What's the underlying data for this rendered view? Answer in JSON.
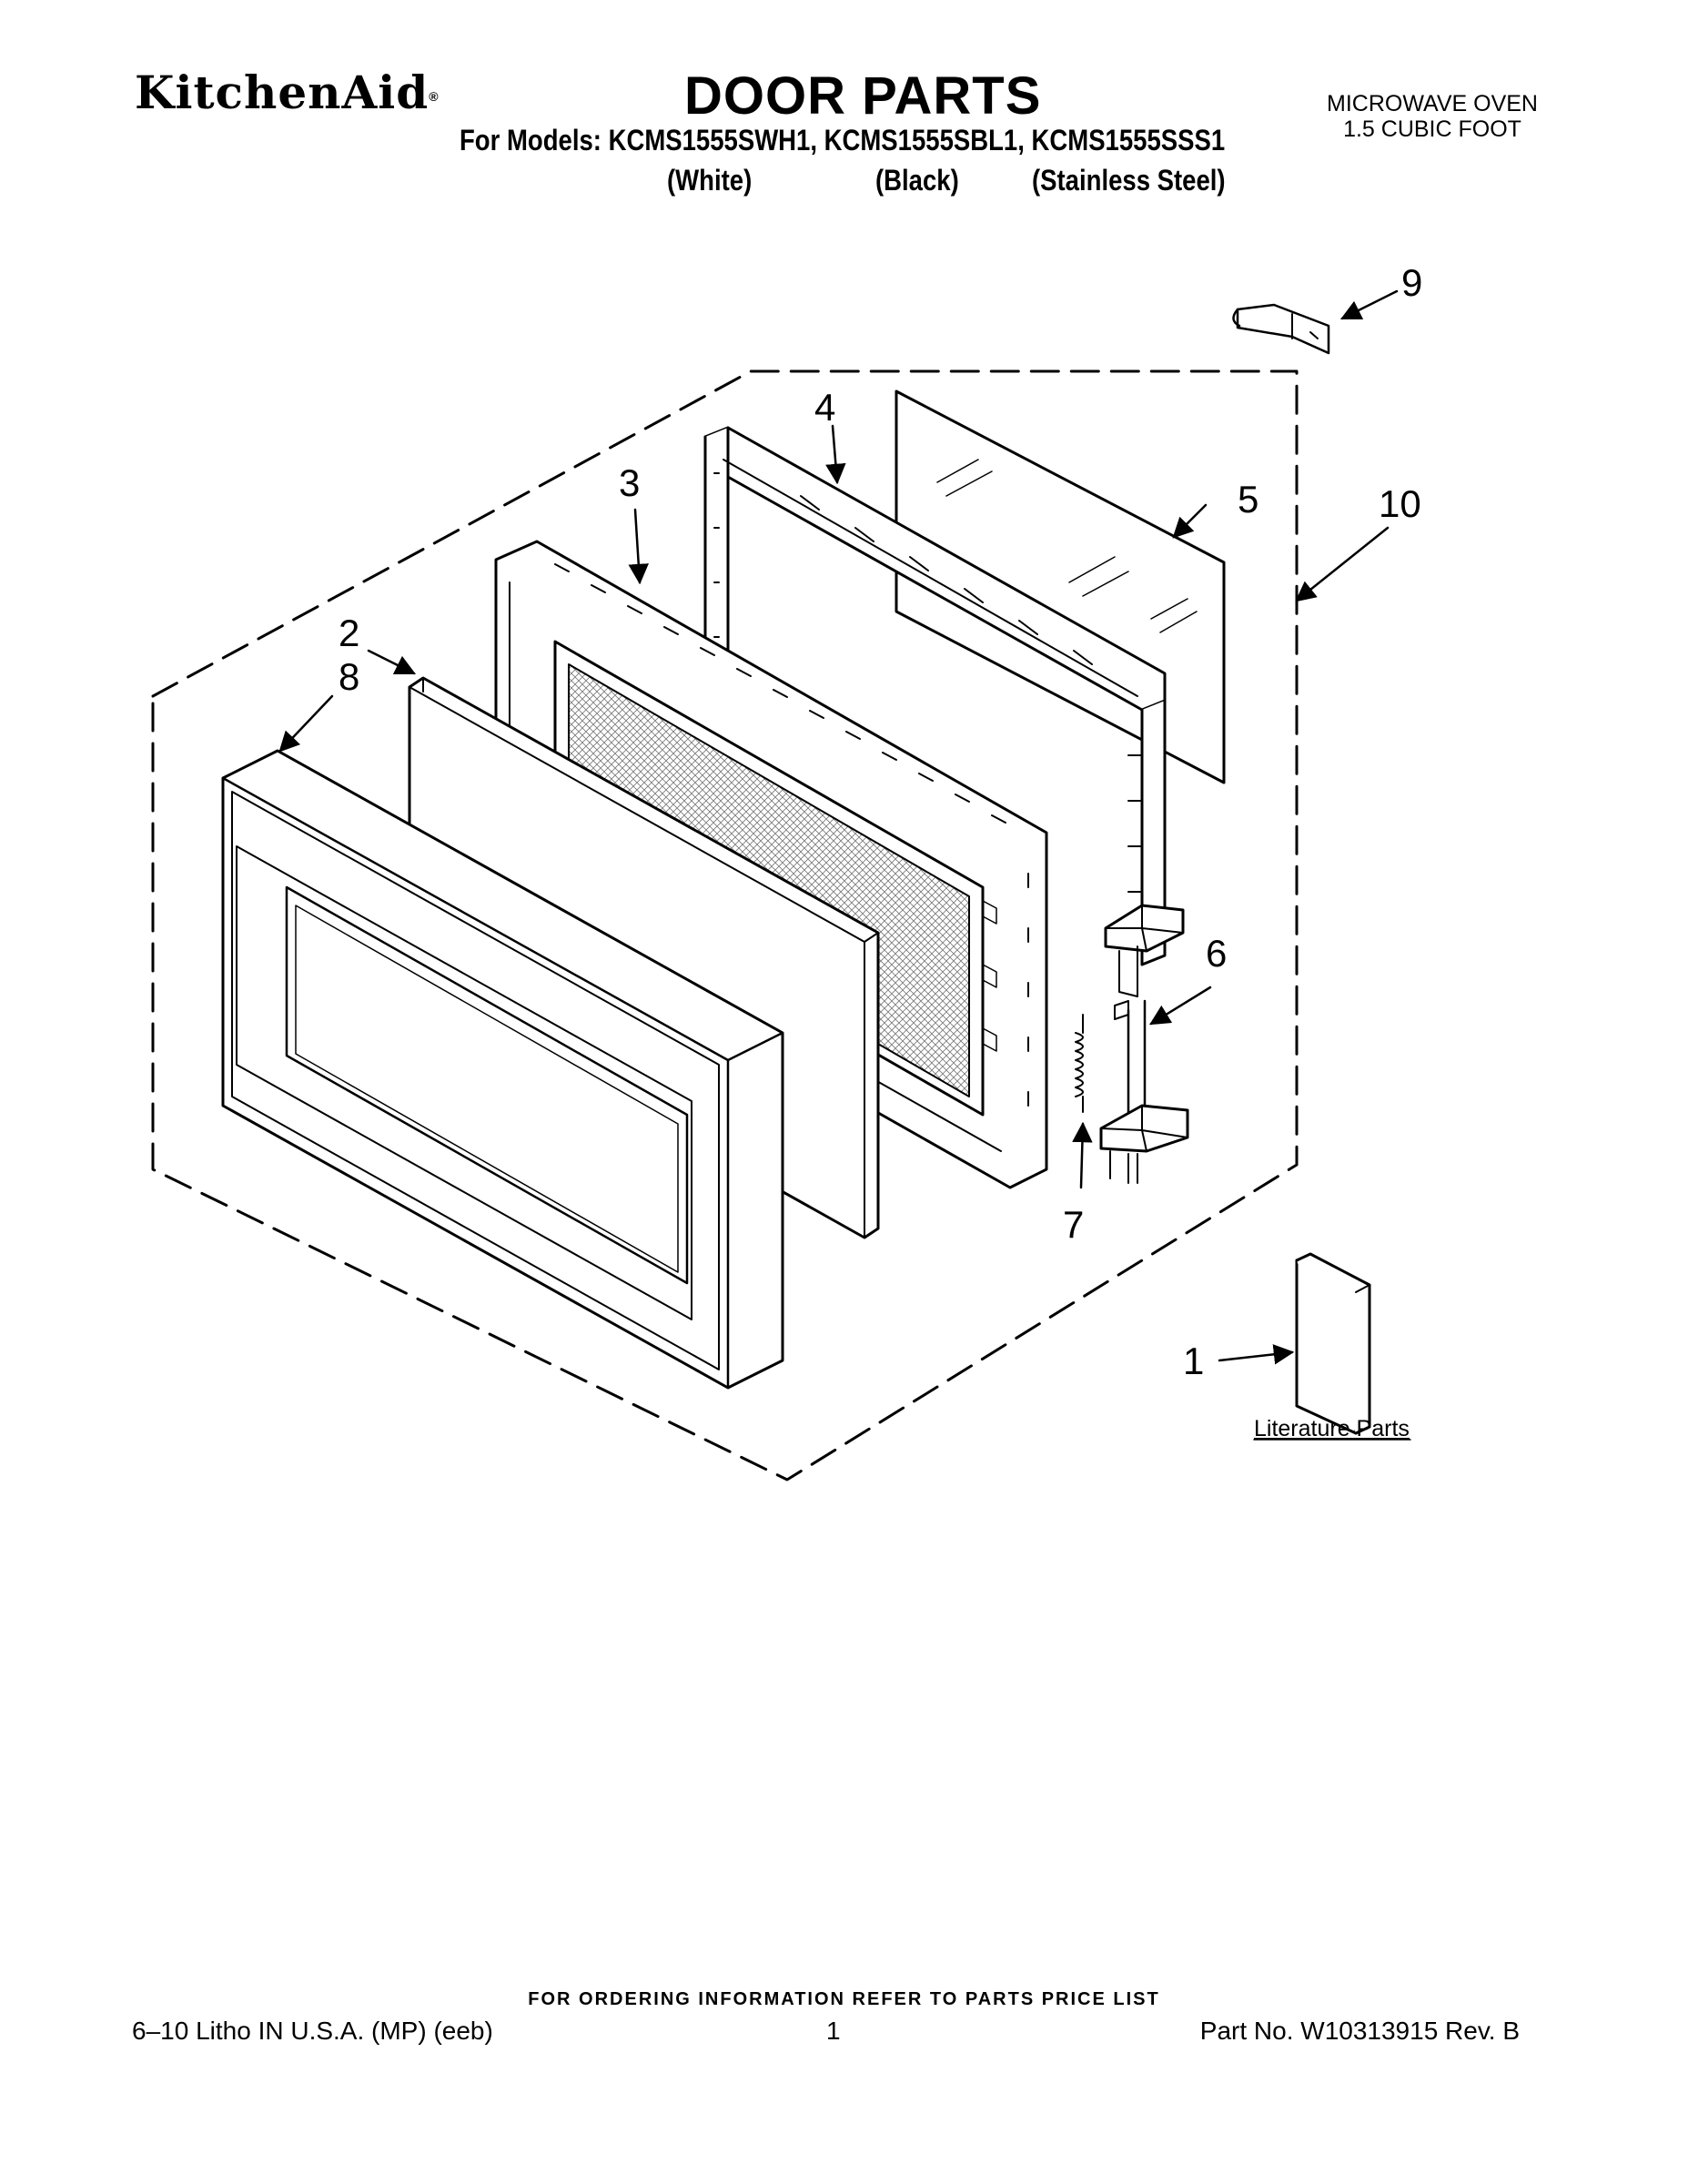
{
  "header": {
    "brand": "KitchenAid",
    "brand_mark": "®",
    "title": "DOOR PARTS",
    "models_line": "For Models: KCMS1555SWH1, KCMS1555SBL1, KCMS1555SSS1",
    "colors": [
      "(White)",
      "(Black)",
      "(Stainless Steel)"
    ],
    "category_line1": "MICROWAVE OVEN",
    "category_line2": "1.5 CUBIC FOOT"
  },
  "diagram": {
    "callouts": {
      "c1": "1",
      "c2": "2",
      "c3": "3",
      "c4": "4",
      "c5": "5",
      "c6": "6",
      "c7": "7",
      "c8": "8",
      "c9": "9",
      "c10": "10"
    },
    "literature_label": "Literature Parts"
  },
  "footer": {
    "ordering_note": "FOR ORDERING INFORMATION REFER TO PARTS PRICE LIST",
    "litho": "6–10 Litho IN U.S.A. (MP) (eeb)",
    "page_number": "1",
    "part_number": "Part No. W10313915 Rev. B"
  }
}
